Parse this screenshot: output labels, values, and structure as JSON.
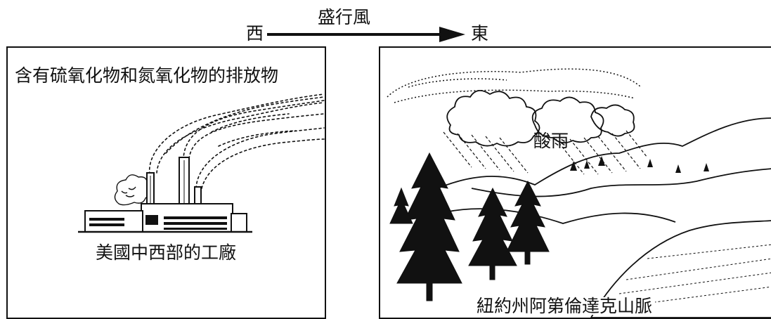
{
  "wind": {
    "label": "盛行風",
    "west": "西",
    "east": "東"
  },
  "left_panel": {
    "top_caption": "含有硫氧化物和氮氧化物的排放物",
    "bottom_caption": "美國中西部的工廠"
  },
  "right_panel": {
    "rain_label": "酸雨",
    "bottom_caption": "紐約州阿第倫達克山脈"
  }
}
